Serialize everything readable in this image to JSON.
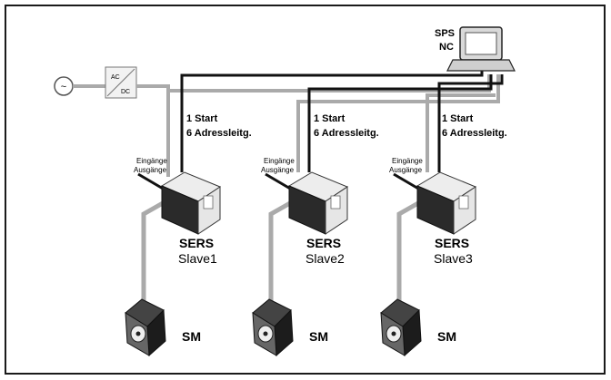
{
  "supply": {
    "mains_symbol": "~",
    "converter_top": "AC",
    "converter_bottom": "DC"
  },
  "controller": {
    "line1": "SPS",
    "line2": "NC"
  },
  "units": [
    {
      "bus_label_1": "1 Start",
      "bus_label_2": "6 Adressleitg.",
      "io_in": "Eingänge",
      "io_out": "Ausgänge",
      "name": "SERS",
      "role": "Slave1",
      "motor": "SM"
    },
    {
      "bus_label_1": "1 Start",
      "bus_label_2": "6 Adressleitg.",
      "io_in": "Eingänge",
      "io_out": "Ausgänge",
      "name": "SERS",
      "role": "Slave2",
      "motor": "SM"
    },
    {
      "bus_label_1": "1 Start",
      "bus_label_2": "6 Adressleitg.",
      "io_in": "Eingänge",
      "io_out": "Ausgänge",
      "name": "SERS",
      "role": "Slave3",
      "motor": "SM"
    }
  ],
  "colors": {
    "frame": "#1a1a1a",
    "power_line": "#aaaaaa",
    "signal_line": "#111111",
    "device_light": "#e9e9e9",
    "device_dark": "#222222"
  }
}
